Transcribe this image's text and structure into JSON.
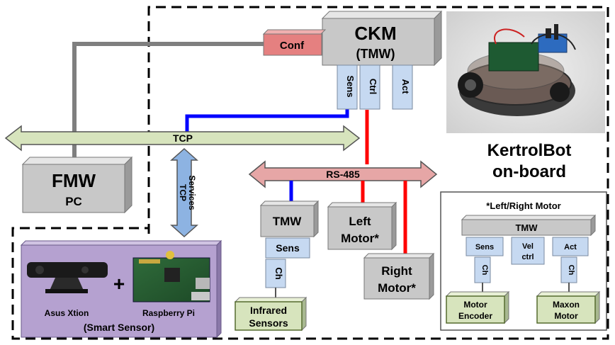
{
  "ckm": {
    "title": "CKM",
    "subtitle": "(TMW)"
  },
  "conf": "Conf",
  "ckm_ports": [
    "Sens",
    "Ctrl",
    "Act"
  ],
  "tcp_bus": "TCP",
  "tcp_services": [
    "TCP",
    "Services"
  ],
  "fmw": {
    "title": "FMW",
    "subtitle": "PC"
  },
  "rs485_bus": "RS-485",
  "ir_module": {
    "tmw": "TMW",
    "sens": "Sens",
    "ch": "Ch",
    "sensors": [
      "Infrared",
      "Sensors"
    ]
  },
  "left_motor": [
    "Left",
    "Motor*"
  ],
  "right_motor": [
    "Right",
    "Motor*"
  ],
  "kertrolbot": [
    "KertrolBot",
    "on-board"
  ],
  "smart_sensor": {
    "asus": "Asus Xtion",
    "plus": "+",
    "raspberry": "Raspberry Pi",
    "caption": "(Smart Sensor)"
  },
  "motor_detail": {
    "title": "*Left/Right Motor",
    "tmw": "TMW",
    "sens": "Sens",
    "vel_ctrl": [
      "Vel",
      "ctrl"
    ],
    "act": "Act",
    "ch_left": "Ch",
    "ch_right": "Ch",
    "encoder": [
      "Motor",
      "Encoder"
    ],
    "maxon": [
      "Maxon",
      "Motor"
    ]
  },
  "colors": {
    "box_gray": "#c8c8c8",
    "conf_red": "#e58080",
    "port_blue": "#c6d9f1",
    "green": "#d7e4bd",
    "lavender": "#b5a1d0",
    "tcp_bus": "#d7e4bd",
    "rs485_bus": "#e6a6a6",
    "red_link": "#ff0000",
    "blue_link": "#0000ff"
  }
}
